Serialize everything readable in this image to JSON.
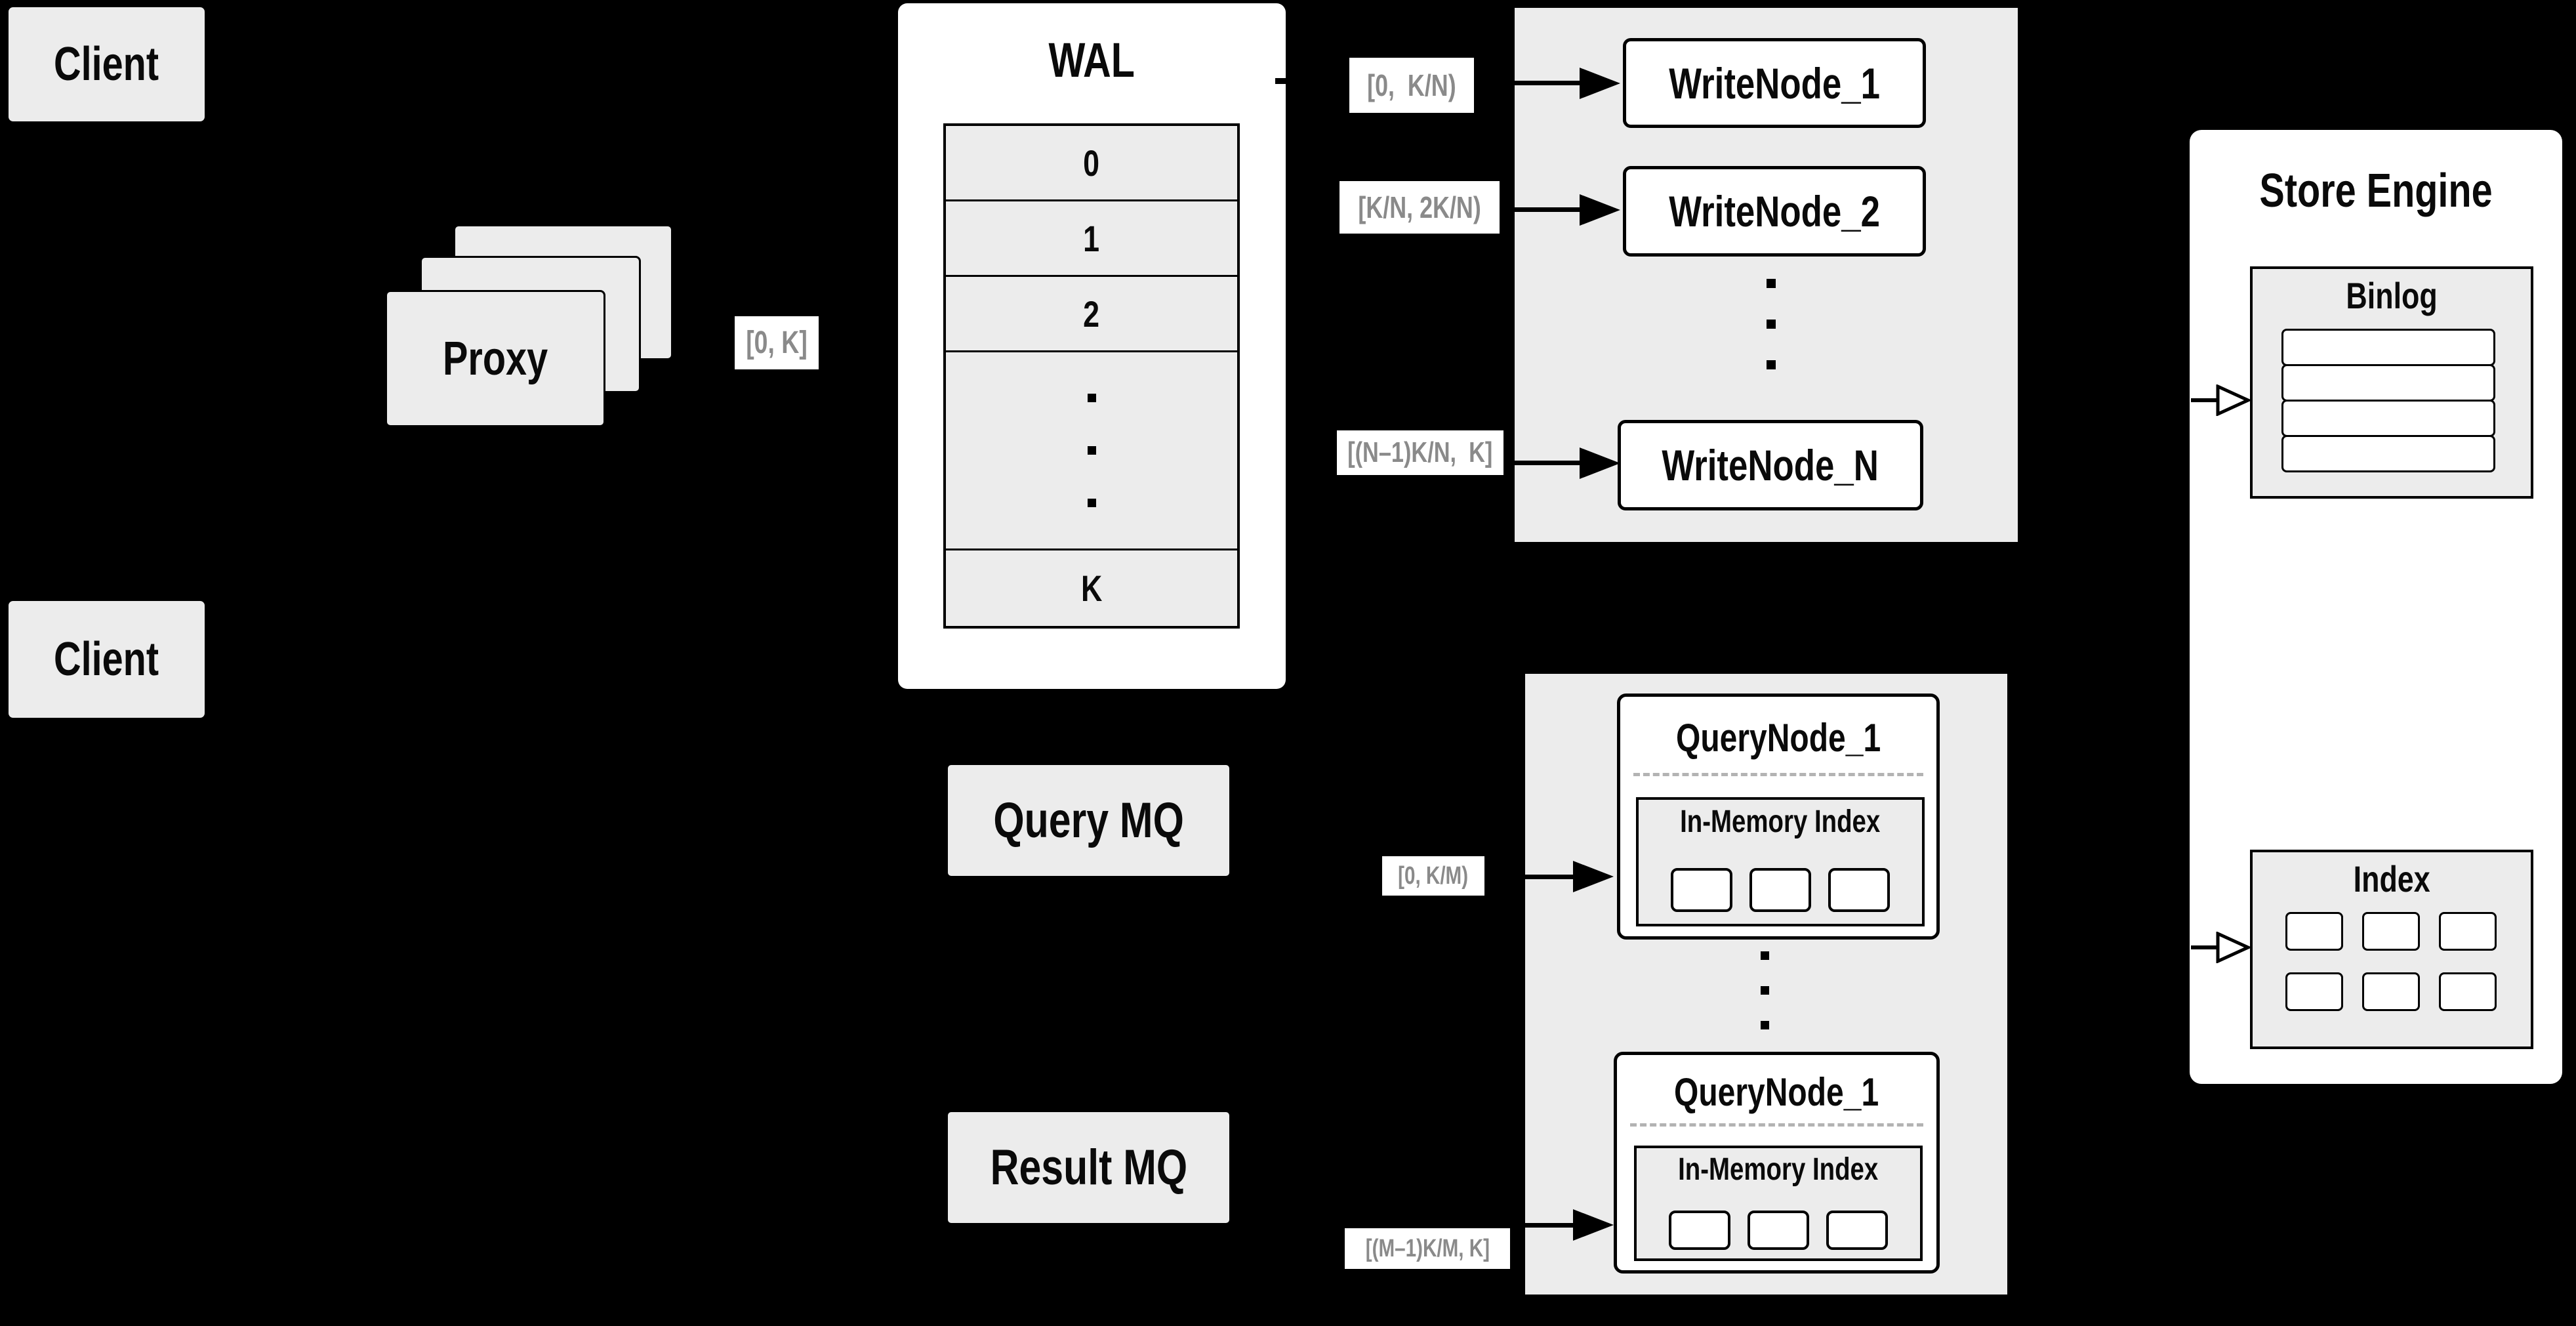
{
  "clients": {
    "top": "Client",
    "bottom": "Client"
  },
  "proxy": {
    "label": "Proxy"
  },
  "wal": {
    "title": "WAL",
    "rows": [
      "0",
      "1",
      "2",
      "K"
    ]
  },
  "write_nodes": {
    "nodes": [
      "WriteNode_1",
      "WriteNode_2",
      "WriteNode_N"
    ]
  },
  "query_nodes": {
    "nodes": [
      {
        "title": "QueryNode_1",
        "subbox": "In-Memory Index"
      },
      {
        "title": "QueryNode_1",
        "subbox": "In-Memory Index"
      }
    ]
  },
  "mq": {
    "query": "Query MQ",
    "result": "Result MQ"
  },
  "store_engine": {
    "title": "Store Engine",
    "binlog_title": "Binlog",
    "index_title": "Index",
    "binlog_row_count": 4,
    "index_cell_count": 6
  },
  "range_labels": {
    "proxy_out": "[0, K]",
    "write_node_1": "[0,  K/N)",
    "write_node_2": "[K/N, 2K/N)",
    "write_node_n": "[(N–1)K/N,  K]",
    "query_node_1": "[0, K/M)",
    "query_node_m": "[(M–1)K/M, K]"
  },
  "colors": {
    "background": "#000000",
    "box_fill": "#ececec",
    "node_fill": "#ffffff",
    "border": "#000000",
    "range_label_text": "#8a8a8a",
    "dashed_divider": "#b3b3b3"
  }
}
